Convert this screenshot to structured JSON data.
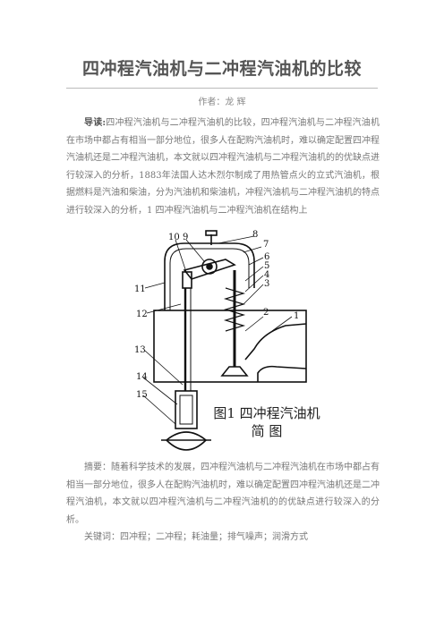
{
  "title": "四冲程汽油机与二冲程汽油机的比较",
  "author": "作者：龙 辉",
  "intro": {
    "label": "导读:",
    "text": "四冲程汽油机与二冲程汽油机的比较，四冲程汽油机与二冲程汽油机在市场中都占有相当一部分地位，很多人在配购汽油机时，难以确定配置四冲程汽油机还是二冲程汽油机，本文就以四冲程汽油机与二冲程汽油机的的优缺点进行较深入的分析，1883年法国人达木烈尔制成了用热管点火的立式汽油机，根据燃料是汽油和柴油，分为汽油机和柴油机，冲程汽油机与二冲程汽油机的特点进行较深入的分析，1 四冲程汽油机与二冲程汽油机在结构上"
  },
  "figure": {
    "part_numbers": [
      "1",
      "2",
      "3",
      "4",
      "5",
      "6",
      "7",
      "8",
      "9",
      "10",
      "11",
      "12",
      "13",
      "14",
      "15"
    ],
    "caption_line1": "图1 四冲程汽油机",
    "caption_line2": "简 图"
  },
  "abstract": {
    "text": "摘要：随着科学技术的发展，四冲程汽油机与二冲程汽油机在市场中都占有相当一部分地位，很多人在配购汽油机时，难以确定配置四冲程汽油机还是二冲程汽油机，本文就以四冲程汽油机与二冲程汽油机的的优缺点进行较深入的分析。"
  },
  "keywords": "关键词：四冲程；二冲程；耗油量；排气噪声；润滑方式"
}
